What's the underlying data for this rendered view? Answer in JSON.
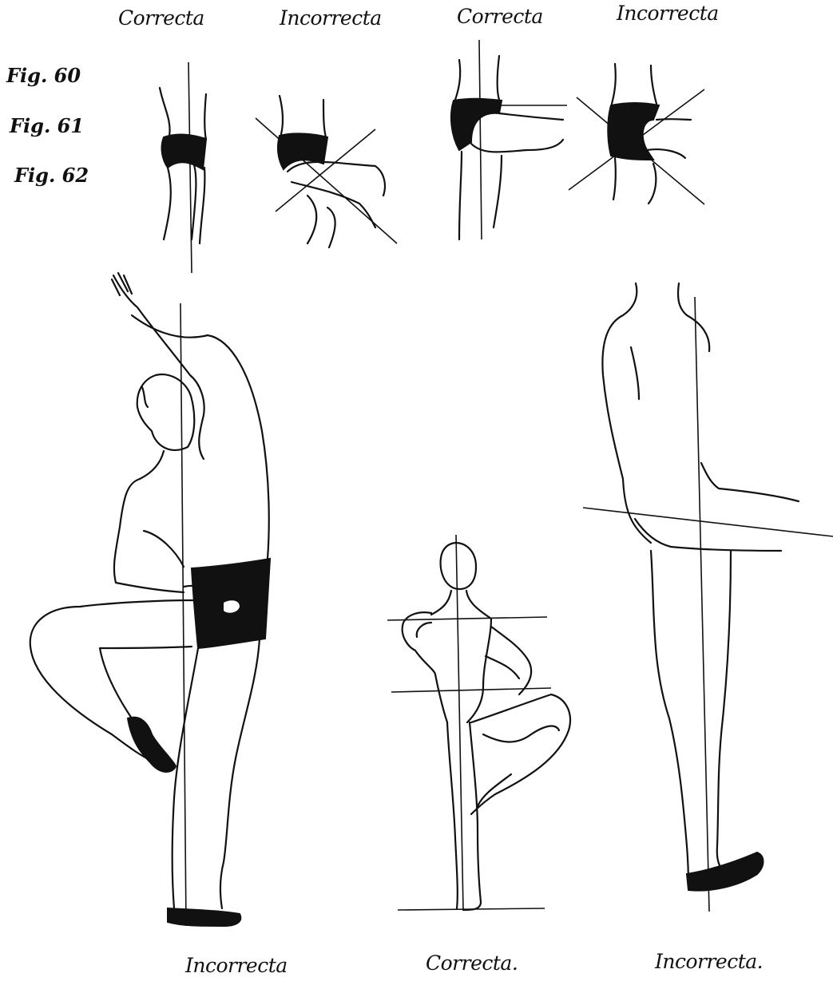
{
  "top_labels": [
    "Correcta",
    "Incorrecta",
    "Correcta",
    "Incorrecta"
  ],
  "figure_numbers": [
    "Fig. 60",
    "Fig. 61",
    "Fig. 62"
  ],
  "bottom_labels": [
    "Incorrecta",
    "Correcta.",
    "Incorrecta."
  ]
}
